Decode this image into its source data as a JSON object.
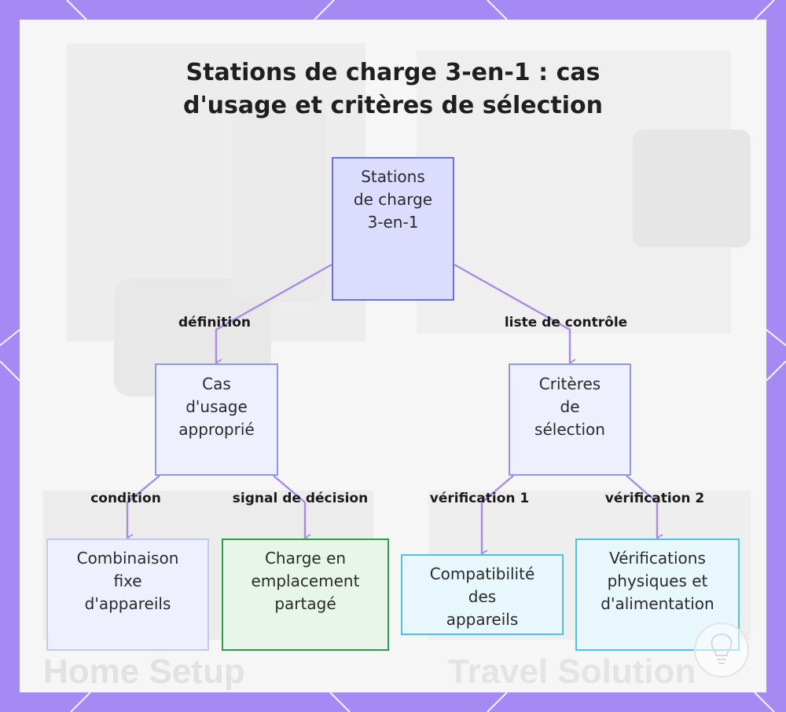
{
  "diagram": {
    "title_line1": "Stations de charge 3-en-1 : cas",
    "title_line2": "d'usage et critères de sélection",
    "nodes": {
      "root": {
        "lines": [
          "Stations",
          "de charge",
          "3-en-1"
        ]
      },
      "usage": {
        "lines": [
          "Cas",
          "d'usage",
          "approprié"
        ]
      },
      "criteria": {
        "lines": [
          "Critères",
          "de",
          "sélection"
        ]
      },
      "combo": {
        "lines": [
          "Combinaison",
          "fixe",
          "d'appareils"
        ]
      },
      "shared": {
        "lines": [
          "Charge en",
          "emplacement",
          "partagé"
        ]
      },
      "compat": {
        "lines": [
          "Compatibilité",
          "des",
          "appareils"
        ]
      },
      "physical": {
        "lines": [
          "Vérifications",
          "physiques et",
          "d'alimentation"
        ]
      }
    },
    "edge_labels": {
      "definition": "définition",
      "checklist": "liste de contrôle",
      "condition": "condition",
      "decision_signal": "signal de décision",
      "verification1": "vérification 1",
      "verification2": "vérification 2"
    },
    "colors": {
      "frame": "#a58af3",
      "edge": "#a98be3",
      "root_fill": "#dcdcfe",
      "shared_border": "#2f9a48",
      "cyan_border": "#4cc3e4"
    },
    "background_text": [
      "Home Setup",
      "Travel Solution"
    ]
  }
}
